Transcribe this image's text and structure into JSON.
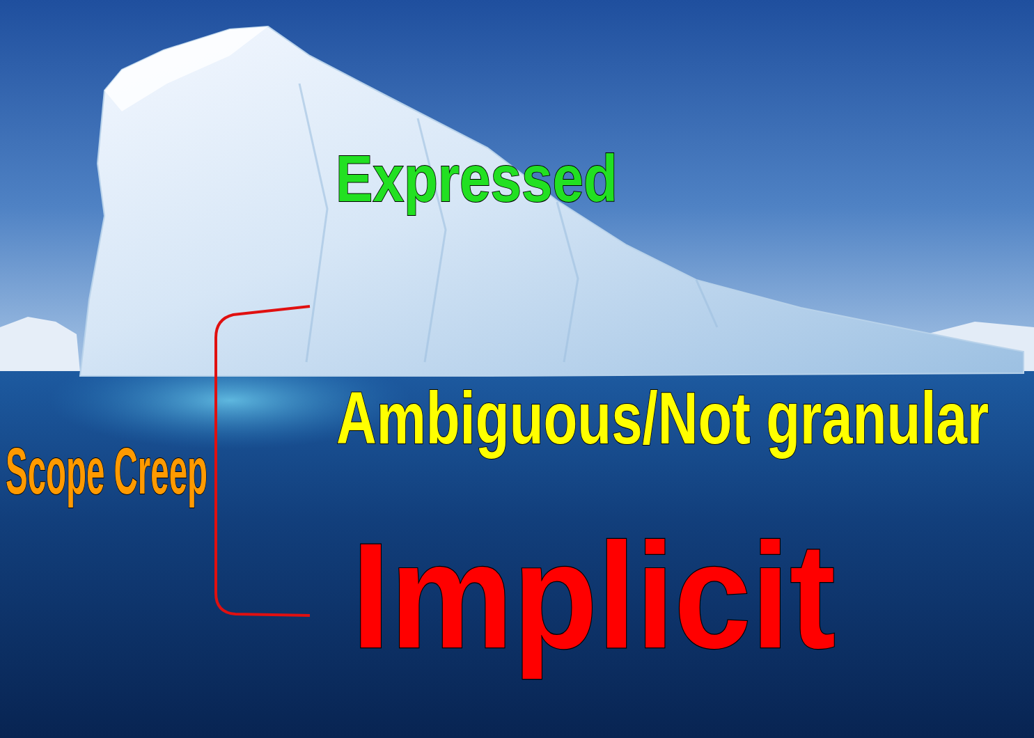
{
  "diagram": {
    "labels": [
      "Expressed",
      "Ambiguous/Not granular",
      "Scope Creep",
      "Implicit"
    ]
  }
}
